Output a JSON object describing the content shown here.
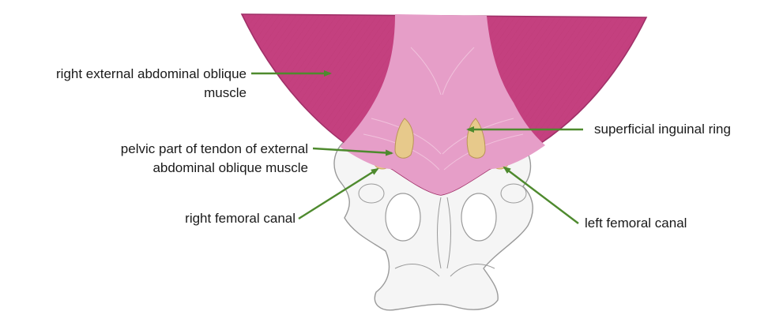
{
  "labels": {
    "right_external_oblique_line1": "right external abdominal oblique",
    "right_external_oblique_line2": "muscle",
    "pelvic_tendon_line1": "pelvic part of tendon of external",
    "pelvic_tendon_line2": "abdominal oblique muscle",
    "right_femoral_canal": "right femoral canal",
    "superficial_inguinal_ring": "superficial inguinal ring",
    "left_femoral_canal": "left femoral canal"
  },
  "colors": {
    "muscle_dark": "#c4407f",
    "muscle_stroke": "#a03068",
    "tendon_light": "#e69ec8",
    "ring_tan": "#e7c98b",
    "bone_fill": "#f5f5f5",
    "bone_stroke": "#9a9a9a",
    "arrow_green": "#4e8a2e"
  }
}
